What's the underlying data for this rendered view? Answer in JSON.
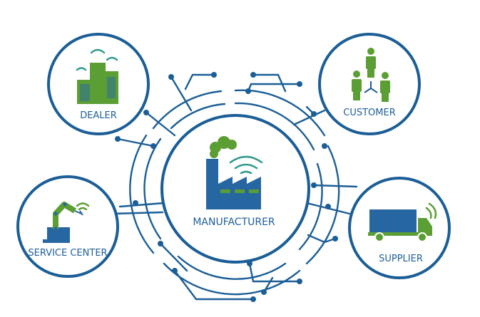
{
  "nodes": {
    "center": {
      "label": "MANUFACTURER"
    },
    "dealer": {
      "label": "DEALER"
    },
    "customer": {
      "label": "CUSTOMER"
    },
    "service_center": {
      "label": "SERVICE CENTER"
    },
    "supplier": {
      "label": "SUPPLIER"
    }
  },
  "colors": {
    "blue": "#1b5e96",
    "icon_blue": "#2767a1",
    "green": "#5b9e34",
    "teal": "#2e9a8a"
  }
}
